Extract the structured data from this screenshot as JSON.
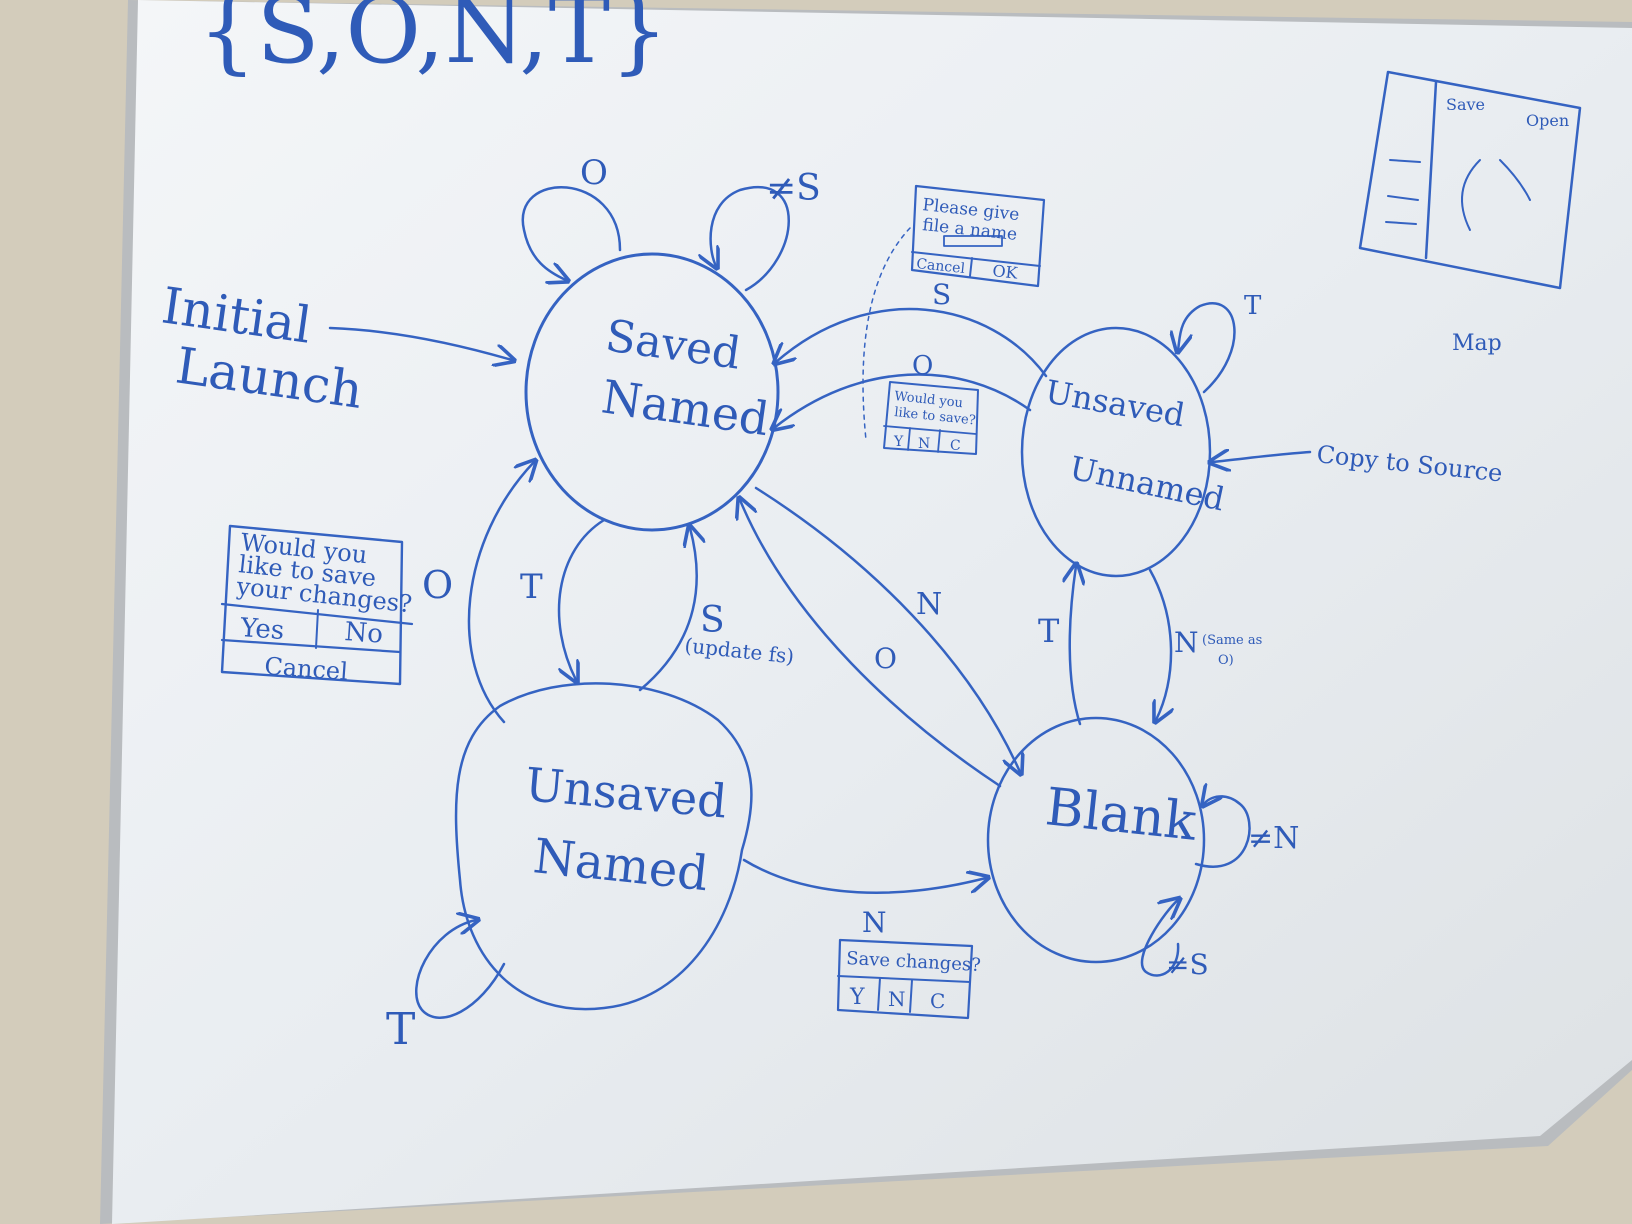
{
  "alphabet": "{S,O,N,T}",
  "states": {
    "saved_named": [
      "Saved",
      "Named"
    ],
    "unsaved_unnamed": [
      "Unsaved",
      "Unnamed"
    ],
    "unsaved_named": [
      "Unsaved",
      "Named"
    ],
    "blank": "Blank"
  },
  "initial": [
    "Initial",
    "Launch"
  ],
  "copy_to_source": "Copy to Source",
  "map": "Map",
  "transitions": {
    "O": "O",
    "not_S": "≠S",
    "S": "S",
    "T": "T",
    "N": "N",
    "not_N": "≠N",
    "S_update": "(update fs)",
    "N_same": "(Same as",
    "N_same_o": "O)"
  },
  "dialogs": {
    "give_name": {
      "lines": [
        "Please give",
        "file a name"
      ],
      "cancel": "Cancel",
      "ok": "OK"
    },
    "save_small": {
      "lines": [
        "Would you",
        "like to save?"
      ],
      "y": "Y",
      "n": "N",
      "c": "C"
    },
    "save_changes_big": {
      "lines": [
        "Would you",
        "like to save",
        "your changes?"
      ],
      "yes": "Yes",
      "no": "No",
      "cancel": "Cancel"
    },
    "save_changes": {
      "title": "Save changes?",
      "y": "Y",
      "n": "N",
      "c": "C"
    }
  },
  "sketch": {
    "save": "Save",
    "open": "Open"
  },
  "colors": {
    "marker": "#3563c2",
    "board": "#eef1f4",
    "wall": "#cfc8b6"
  }
}
